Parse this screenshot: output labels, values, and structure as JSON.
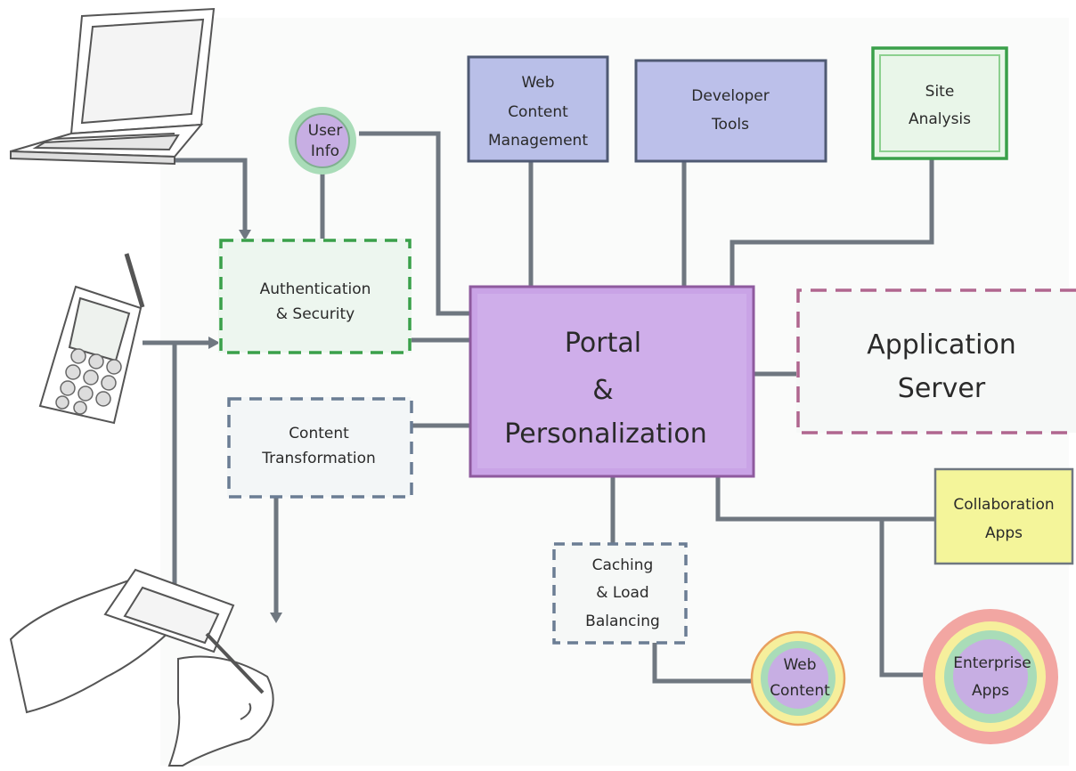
{
  "nodes": {
    "user_info": [
      "User",
      "Info"
    ],
    "auth": [
      "Authentication",
      "& Security"
    ],
    "content_transform": [
      "Content",
      "Transformation"
    ],
    "wcm": [
      "Web",
      "Content",
      "Management"
    ],
    "dev_tools": [
      "Developer",
      "Tools"
    ],
    "site_analysis": [
      "Site",
      "Analysis"
    ],
    "portal": [
      "Portal",
      "&",
      "Personalization"
    ],
    "app_server": [
      "Application",
      "Server"
    ],
    "collab": [
      "Collaboration",
      "Apps"
    ],
    "caching": [
      "Caching",
      "& Load",
      "Balancing"
    ],
    "web_content": [
      "Web",
      "Content"
    ],
    "enterprise": [
      "Enterprise",
      "Apps"
    ]
  },
  "colors": {
    "connector": "#6f7780",
    "purple_fill": "#c9a3e6",
    "purple_border": "#8e5a9e",
    "blue_fill": "#b9bfe8",
    "blue_border": "#4f5a73",
    "green_border": "#3aa04a",
    "green_fill": "#eaf6ea",
    "yellow_fill": "#f4f59a",
    "pink_dash": "#b0668f",
    "gray_dash": "#6b7d94"
  },
  "icons": [
    "laptop-icon",
    "mobile-phone-icon",
    "handheld-pda-icon"
  ]
}
